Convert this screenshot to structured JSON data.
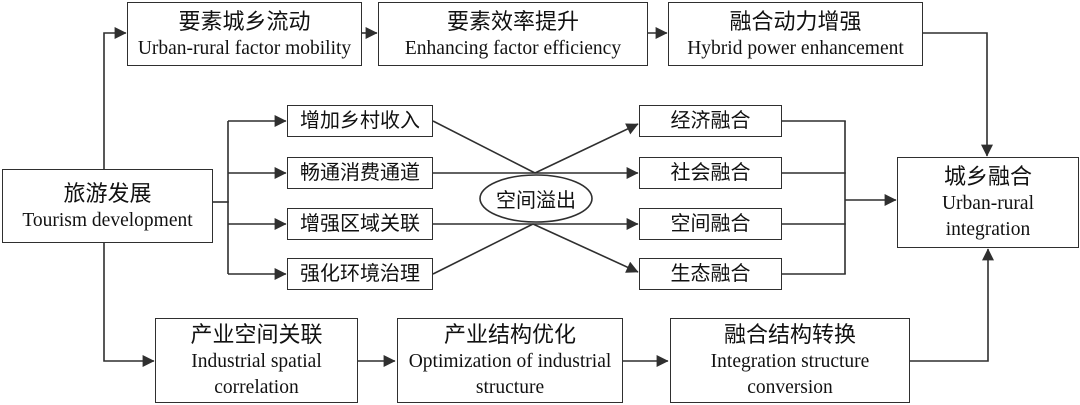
{
  "diagram": {
    "source": {
      "zh": "旅游发展",
      "en": "Tourism development"
    },
    "top_chain": [
      {
        "zh": "要素城乡流动",
        "en": "Urban-rural factor mobility"
      },
      {
        "zh": "要素效率提升",
        "en": "Enhancing factor efficiency"
      },
      {
        "zh": "融合动力增强",
        "en": "Hybrid power enhancement"
      }
    ],
    "mechanisms": [
      {
        "zh": "增加乡村收入"
      },
      {
        "zh": "畅通消费通道"
      },
      {
        "zh": "增强区域关联"
      },
      {
        "zh": "强化环境治理"
      }
    ],
    "spillover": {
      "zh": "空间溢出"
    },
    "integrations": [
      {
        "zh": "经济融合"
      },
      {
        "zh": "社会融合"
      },
      {
        "zh": "空间融合"
      },
      {
        "zh": "生态融合"
      }
    ],
    "target": {
      "zh": "城乡融合",
      "en": "Urban-rural integration"
    },
    "bottom_chain": [
      {
        "zh": "产业空间关联",
        "en": "Industrial spatial correlation"
      },
      {
        "zh": "产业结构优化",
        "en": "Optimization of industrial structure"
      },
      {
        "zh": "融合结构转换",
        "en": "Integration structure conversion"
      }
    ],
    "edges": [
      [
        "旅游发展",
        "要素城乡流动"
      ],
      [
        "要素城乡流动",
        "要素效率提升"
      ],
      [
        "要素效率提升",
        "融合动力增强"
      ],
      [
        "融合动力增强",
        "城乡融合"
      ],
      [
        "旅游发展",
        "增加乡村收入"
      ],
      [
        "旅游发展",
        "畅通消费通道"
      ],
      [
        "旅游发展",
        "增强区域关联"
      ],
      [
        "旅游发展",
        "强化环境治理"
      ],
      [
        "增加乡村收入",
        "空间溢出"
      ],
      [
        "强化环境治理",
        "空间溢出"
      ],
      [
        "空间溢出",
        "经济融合"
      ],
      [
        "空间溢出",
        "生态融合"
      ],
      [
        "畅通消费通道",
        "社会融合"
      ],
      [
        "增强区域关联",
        "空间融合"
      ],
      [
        "经济融合",
        "城乡融合"
      ],
      [
        "社会融合",
        "城乡融合"
      ],
      [
        "空间融合",
        "城乡融合"
      ],
      [
        "生态融合",
        "城乡融合"
      ],
      [
        "旅游发展",
        "产业空间关联"
      ],
      [
        "产业空间关联",
        "产业结构优化"
      ],
      [
        "产业结构优化",
        "融合结构转换"
      ],
      [
        "融合结构转换",
        "城乡融合"
      ]
    ],
    "colors": {
      "line": "#2f2f2f",
      "text": "#111111",
      "background": "#ffffff"
    }
  }
}
